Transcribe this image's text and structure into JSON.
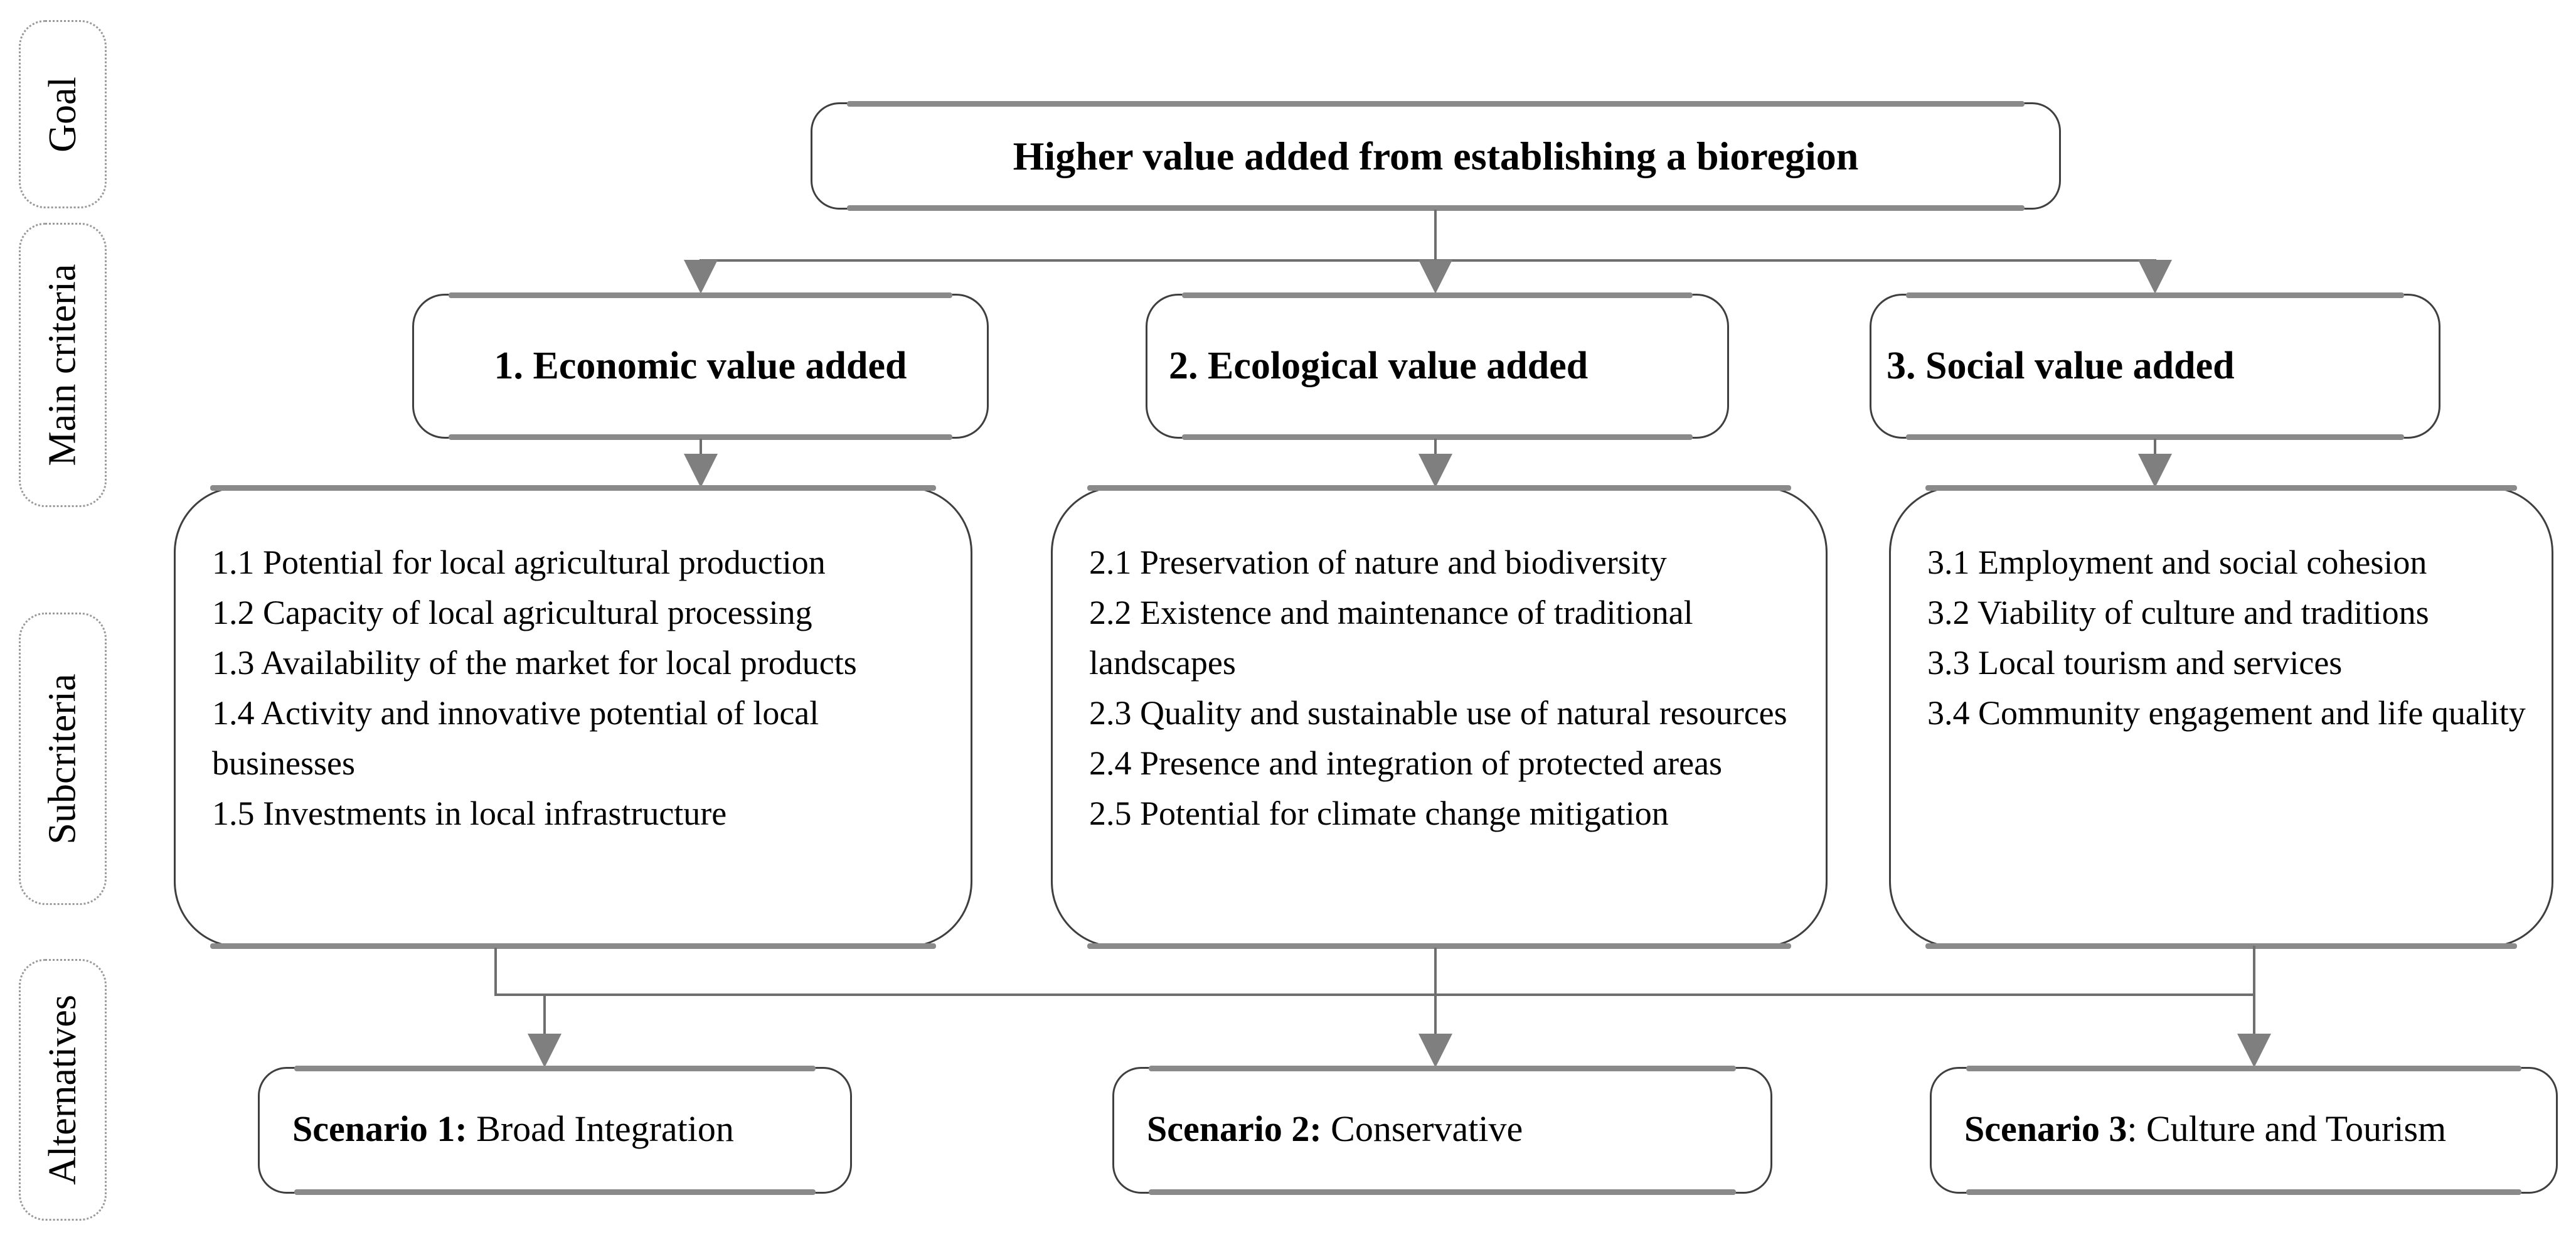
{
  "diagram": {
    "rail": {
      "goal": "Goal",
      "main_criteria": "Main criteria",
      "subcriteria": "Subcriteria",
      "alternatives": "Alternatives"
    },
    "goal": {
      "title": "Higher value added from establishing a bioregion"
    },
    "main_criteria": [
      {
        "label": "1. Economic value added"
      },
      {
        "label": "2. Ecological value added"
      },
      {
        "label": "3. Social value added"
      }
    ],
    "subcriteria": [
      {
        "items": [
          "1.1 Potential for local agricultural production",
          "1.2 Capacity of local agricultural processing",
          "1.3 Availability of the market for local products",
          "1.4 Activity and innovative potential of local businesses",
          "1.5 Investments in local infrastructure"
        ]
      },
      {
        "items": [
          "2.1 Preservation of nature and biodiversity",
          "2.2 Existence and maintenance of traditional landscapes",
          "2.3 Quality and sustainable use of natural resources",
          "2.4 Presence and integration of protected areas",
          "2.5 Potential for climate change mitigation"
        ]
      },
      {
        "items": [
          "3.1 Employment and social cohesion",
          "3.2 Viability of culture and traditions",
          "3.3 Local tourism and services",
          "3.4 Community engagement and life quality"
        ]
      }
    ],
    "alternatives": [
      {
        "prefix": "Scenario 1:",
        "rest": " Broad Integration"
      },
      {
        "prefix": "Scenario 2:",
        "rest": " Conservative"
      },
      {
        "prefix": "Scenario 3",
        "rest": ": Culture and Tourism"
      }
    ],
    "colors": {
      "box_border": "#3f3f3f",
      "edge_band": "#8a8a8a",
      "connector": "#6e6e6e",
      "arrow": "#7f7f7f",
      "rail_border": "#999999",
      "text": "#000000",
      "background": "#ffffff"
    }
  }
}
